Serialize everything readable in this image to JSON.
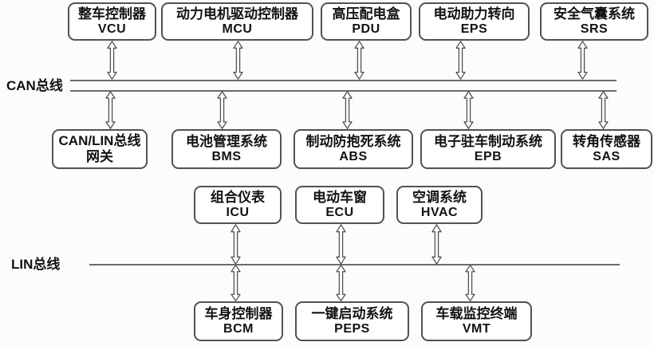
{
  "buses": {
    "can": {
      "label": "CAN总线"
    },
    "lin": {
      "label": "LIN总线"
    }
  },
  "nodes": {
    "vcu": {
      "line1": "整车控制器",
      "line2": "VCU"
    },
    "mcu": {
      "line1": "动力电机驱动控制器",
      "line2": "MCU"
    },
    "pdu": {
      "line1": "高压配电盒",
      "line2": "PDU"
    },
    "eps": {
      "line1": "电动助力转向",
      "line2": "EPS"
    },
    "srs": {
      "line1": "安全气囊系统",
      "line2": "SRS"
    },
    "gateway": {
      "line1": "CAN/LIN总线",
      "line2": "网关"
    },
    "bms": {
      "line1": "电池管理系统",
      "line2": "BMS"
    },
    "abs": {
      "line1": "制动防抱死系统",
      "line2": "ABS"
    },
    "epb": {
      "line1": "电子驻车制动系统",
      "line2": "EPB"
    },
    "sas": {
      "line1": "转角传感器",
      "line2": "SAS"
    },
    "icu": {
      "line1": "组合仪表",
      "line2": "ICU"
    },
    "ecu": {
      "line1": "电动车窗",
      "line2": "ECU"
    },
    "hvac": {
      "line1": "空调系统",
      "line2": "HVAC"
    },
    "bcm": {
      "line1": "车身控制器",
      "line2": "BCM"
    },
    "peps": {
      "line1": "一键启动系统",
      "line2": "PEPS"
    },
    "vmt": {
      "line1": "车载监控终端",
      "line2": "VMT"
    }
  },
  "colors": {
    "line": "#6b6b6b",
    "box_border": "#525252",
    "text": "#121212",
    "background": "#fcfcfc"
  }
}
